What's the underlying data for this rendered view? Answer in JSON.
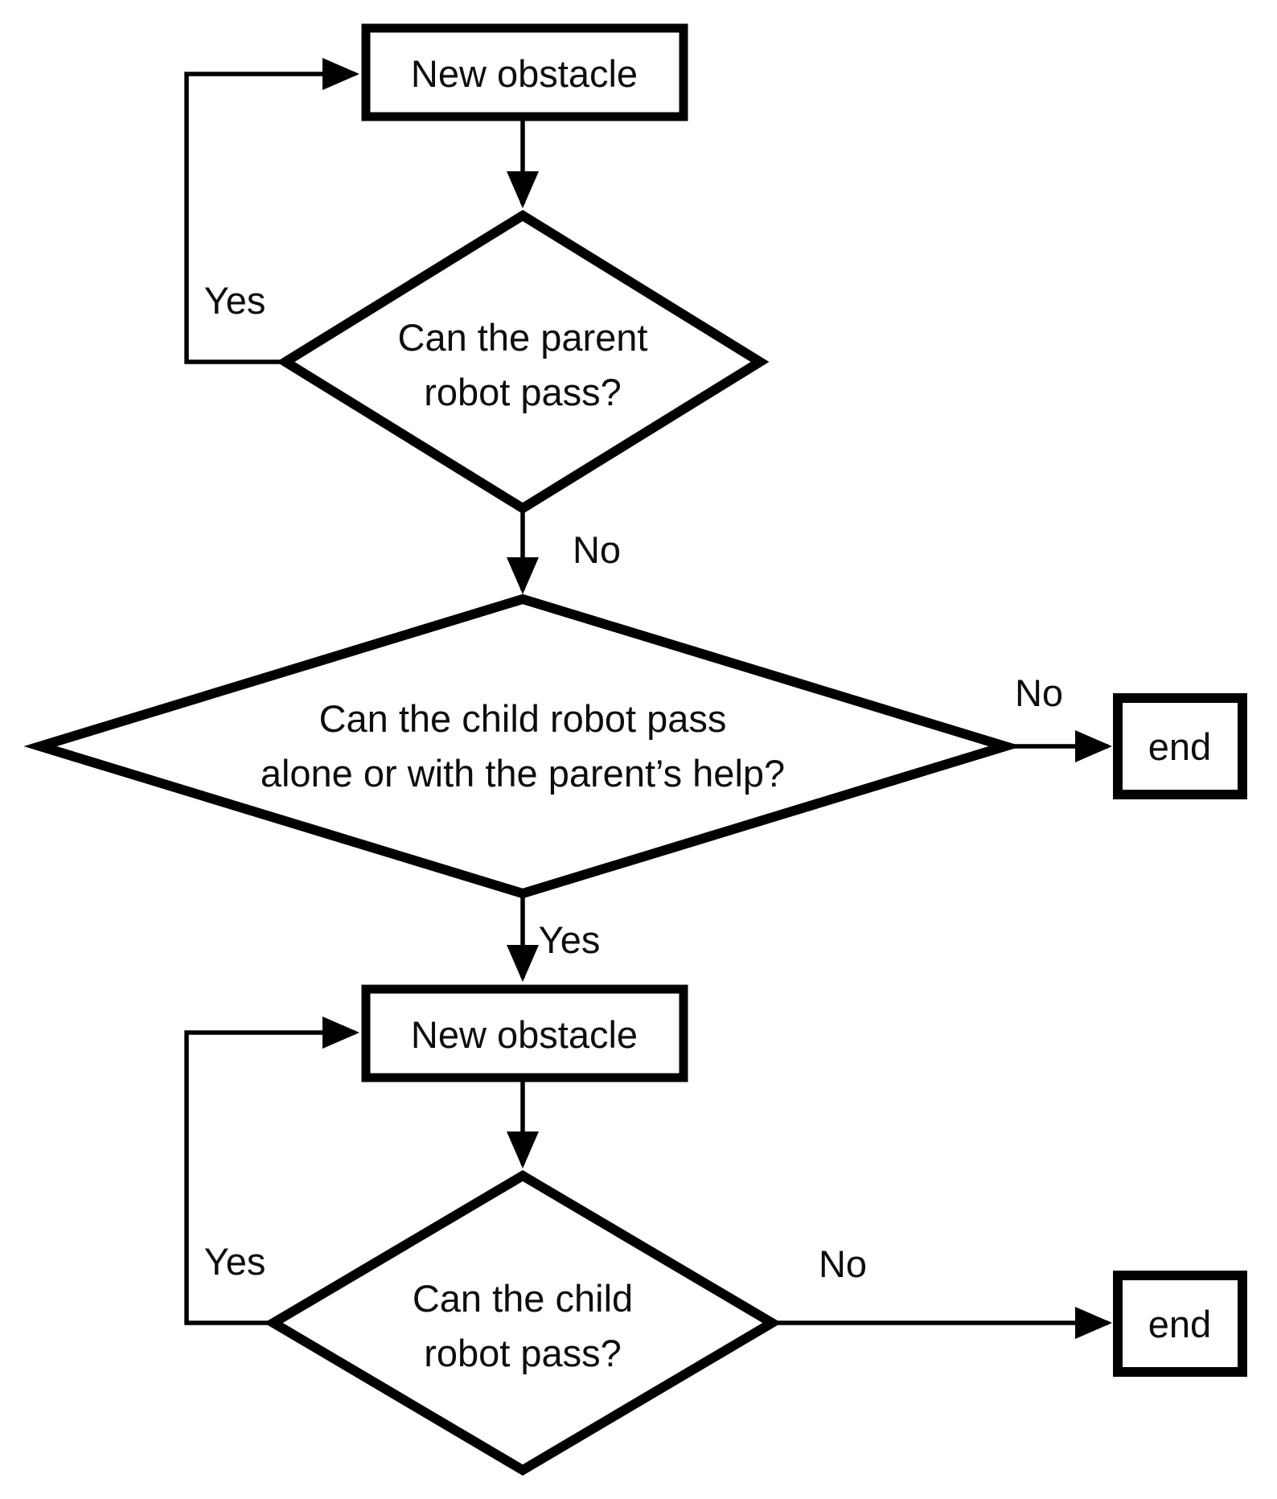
{
  "flowchart": {
    "colors": {
      "stroke": "#000000",
      "text": "#0d0d0d",
      "background": "#ffffff"
    },
    "nodes": {
      "new_obstacle_top": {
        "type": "process",
        "label": "New obstacle"
      },
      "parent_pass": {
        "type": "decision",
        "line1": "Can the parent",
        "line2": "robot pass?"
      },
      "child_pass_with_help": {
        "type": "decision",
        "line1": "Can the child robot pass",
        "line2": "alone or with the parent’s help?"
      },
      "end_upper": {
        "type": "terminator",
        "label": "end"
      },
      "new_obstacle_lower": {
        "type": "process",
        "label": "New obstacle"
      },
      "child_pass": {
        "type": "decision",
        "line1": "Can the child",
        "line2": "robot pass?"
      },
      "end_lower": {
        "type": "terminator",
        "label": "end"
      }
    },
    "edges": {
      "parent_pass_yes_loop": {
        "label": "Yes"
      },
      "parent_pass_no": {
        "label": "No"
      },
      "child_help_no": {
        "label": "No"
      },
      "child_help_yes": {
        "label": "Yes"
      },
      "child_pass_yes_loop": {
        "label": "Yes"
      },
      "child_pass_no": {
        "label": "No"
      }
    }
  }
}
